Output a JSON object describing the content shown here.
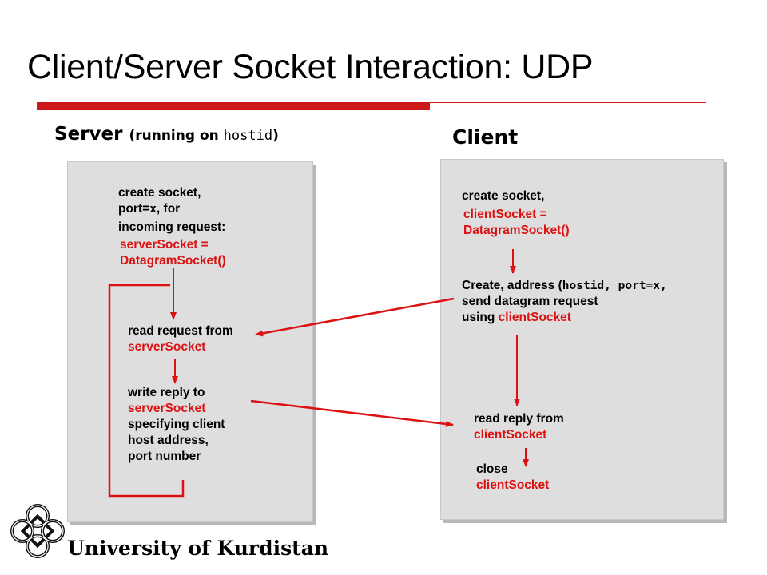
{
  "title": "Client/Server Socket Interaction: UDP",
  "server_heading": {
    "label": "Server",
    "paren_prefix": "(running on ",
    "host": "hostid",
    "paren_suffix": ")"
  },
  "client_heading": "Client",
  "server_steps": {
    "create": {
      "l1": "create socket,",
      "l2_pre": "port=",
      "l2_code": "x",
      "l2_post": ", for",
      "l3": "incoming request:",
      "r1": "serverSocket =",
      "r2": "DatagramSocket()"
    },
    "read": {
      "l1": "read request from",
      "r1": "serverSocket"
    },
    "write": {
      "l1": "write reply to",
      "r1": "serverSocket",
      "l2": "specifying client",
      "l3": "host address,",
      "l4": "port number"
    }
  },
  "client_steps": {
    "create": {
      "l1": "create socket,",
      "r1": "clientSocket =",
      "r2": "DatagramSocket()"
    },
    "send": {
      "l1_pre": "Create, address (",
      "l1_code": "hostid, port=x,",
      "l2": "send datagram request",
      "l3_pre": "using ",
      "l3_red": "clientSocket"
    },
    "read": {
      "l1": "read reply from",
      "r1": "clientSocket"
    },
    "close": {
      "l1": "close",
      "r1": "clientSocket"
    }
  },
  "logo_text": "University of Kurdistan",
  "colors": {
    "accent_red": "#cc1a1a",
    "arrow_red": "#dd1111",
    "panel_gray": "#dedede"
  }
}
